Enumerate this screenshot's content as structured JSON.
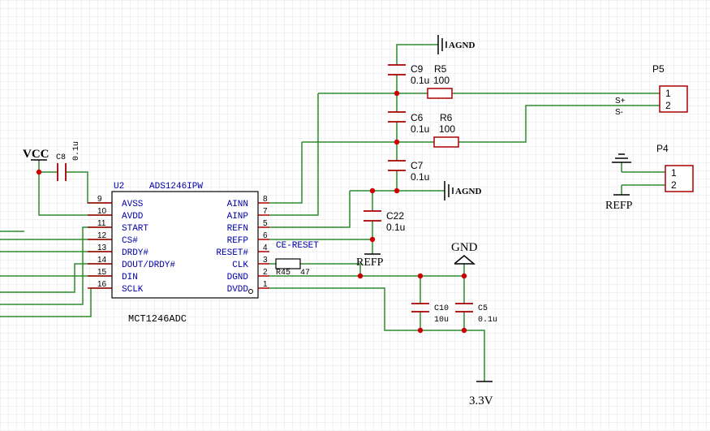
{
  "colors": {
    "wire": "#2e8b2e",
    "component": "#a80000",
    "pin_text": "#0000aa",
    "text": "#000000",
    "junction": "#cc0000",
    "grid": "#e6e6e6"
  },
  "ic": {
    "designator": "U2",
    "part": "ADS1246IPW",
    "label": "MCT1246ADC",
    "left_pins": [
      {
        "num": "9",
        "name": "AVSS"
      },
      {
        "num": "10",
        "name": "AVDD"
      },
      {
        "num": "11",
        "name": "START"
      },
      {
        "num": "12",
        "name": "CS#"
      },
      {
        "num": "13",
        "name": "DRDY#"
      },
      {
        "num": "14",
        "name": "DOUT/DRDY#"
      },
      {
        "num": "15",
        "name": "DIN"
      },
      {
        "num": "16",
        "name": "SCLK"
      }
    ],
    "right_pins": [
      {
        "num": "8",
        "name": "AINN"
      },
      {
        "num": "7",
        "name": "AINP"
      },
      {
        "num": "5",
        "name": "REFN"
      },
      {
        "num": "6",
        "name": "REFP"
      },
      {
        "num": "4",
        "name": "RESET#"
      },
      {
        "num": "3",
        "name": "CLK"
      },
      {
        "num": "2",
        "name": "DGND"
      },
      {
        "num": "1",
        "name": "DVDD"
      }
    ]
  },
  "capacitors": {
    "c8": {
      "ref": "C8",
      "value": "0.1u"
    },
    "c9": {
      "ref": "C9",
      "value": "0.1u"
    },
    "c6": {
      "ref": "C6",
      "value": "0.1u"
    },
    "c7": {
      "ref": "C7",
      "value": "0.1u"
    },
    "c22": {
      "ref": "C22",
      "value": "0.1u"
    },
    "c10": {
      "ref": "C10",
      "value": "10u"
    },
    "c5": {
      "ref": "C5",
      "value": "0.1u"
    }
  },
  "resistors": {
    "r5": {
      "ref": "R5",
      "value": "100"
    },
    "r6": {
      "ref": "R6",
      "value": "100"
    },
    "r45": {
      "ref": "R45",
      "value": "47"
    }
  },
  "connectors": {
    "p5": {
      "ref": "P5",
      "pin1": "1",
      "pin2": "2",
      "net1": "S+",
      "net2": "S-"
    },
    "p4": {
      "ref": "P4",
      "pin1": "1",
      "pin2": "2"
    }
  },
  "nets": {
    "vcc": "VCC",
    "agnd_top": "AGND",
    "agnd_mid": "AGND",
    "gnd": "GND",
    "refp_c22": "REFP",
    "refp_p4": "REFP",
    "ce_reset": "CE-RESET",
    "v33": "3.3V"
  }
}
